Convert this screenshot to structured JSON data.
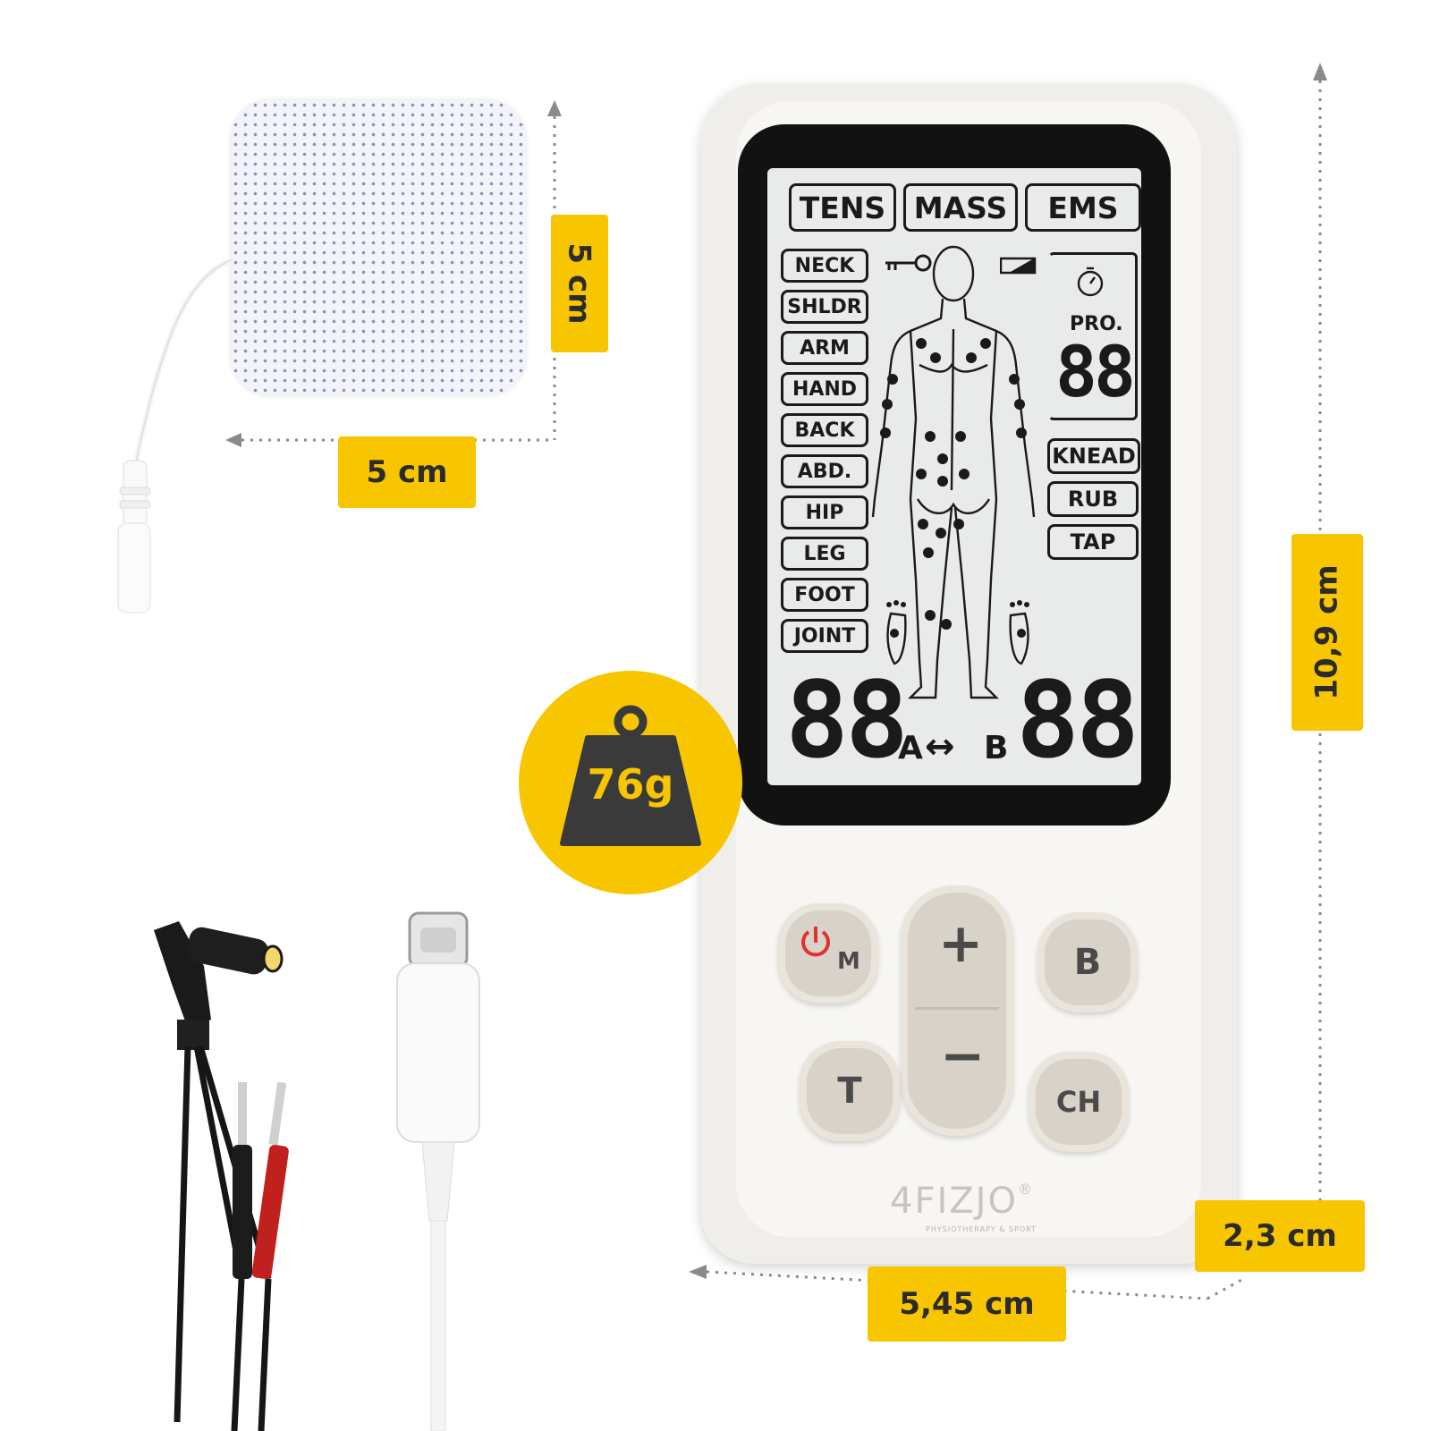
{
  "dimensions": {
    "pad_width": "5 cm",
    "pad_height": "5 cm",
    "device_height": "10,9 cm",
    "device_depth": "2,3 cm",
    "device_width": "5,45 cm"
  },
  "weight": "76g",
  "lcd": {
    "modes": [
      "TENS",
      "MASS",
      "EMS"
    ],
    "body_parts": [
      "NECK",
      "SHLDR",
      "ARM",
      "HAND",
      "BACK",
      "ABD.",
      "HIP",
      "LEG",
      "FOOT",
      "JOINT"
    ],
    "massage_types": [
      "KNEAD",
      "RUB",
      "TAP"
    ],
    "program_label": "PRO.",
    "program_digits": "88",
    "channel_a_digits": "88",
    "channel_b_digits": "88",
    "channel_a_label": "A",
    "channel_b_label": "B",
    "channel_arrows": "↔"
  },
  "buttons": {
    "power_mode": "M",
    "plus": "+",
    "minus": "−",
    "b": "B",
    "t": "T",
    "ch": "CH"
  },
  "brand": {
    "name": "4FIZJO",
    "registered": "®",
    "tagline": "PHYSIOTHERAPY & SPORT"
  },
  "colors": {
    "accent_yellow": "#f7c600",
    "power_red": "#e03030",
    "lead_red": "#c0201e"
  }
}
